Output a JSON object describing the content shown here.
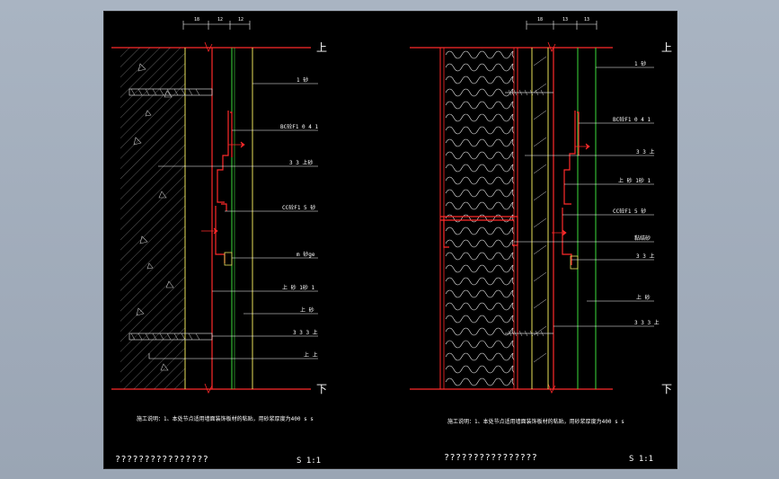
{
  "colors": {
    "background": "#9aa5b4",
    "sheet": "#000000",
    "text": "#ffffff",
    "red": "#ff2a2a",
    "yellow": "#e8e05a",
    "green": "#3cdc3c",
    "hatch": "#b4b4b4"
  },
  "left_detail": {
    "dimensions": [
      "18",
      "12",
      "12"
    ],
    "top_marker": "上",
    "bottom_marker": "下",
    "labels": [
      "1 砂",
      "BC砼F1 0 4 1",
      "3 3 上砂",
      "CC砼F1 5 砂",
      "m 砂ge",
      "上 砂 1砂 1",
      "上 砂",
      "3 3 3 上",
      "上 上"
    ],
    "note": "施工说明：1、本处节点适用墙面装饰板材的粘贴，用砂浆厚度为400 s s",
    "title": "????????????????",
    "scale": "S 1:1"
  },
  "right_detail": {
    "dimensions": [
      "18",
      "13",
      "13"
    ],
    "top_marker": "上",
    "bottom_marker": "下",
    "labels": [
      "1 砂",
      "BC砼F1 0 4 1",
      "3 3 上",
      "上 砂 1砂 1",
      "CC砼F1 5 砂",
      "黏结砂",
      "3 3 上",
      "上 砂",
      "3 3 3 上"
    ],
    "note": "施工说明：1、本处节点适用墙面装饰板材的粘贴，用砂浆厚度为400 s s",
    "title": "????????????????",
    "scale": "S 1:1"
  }
}
